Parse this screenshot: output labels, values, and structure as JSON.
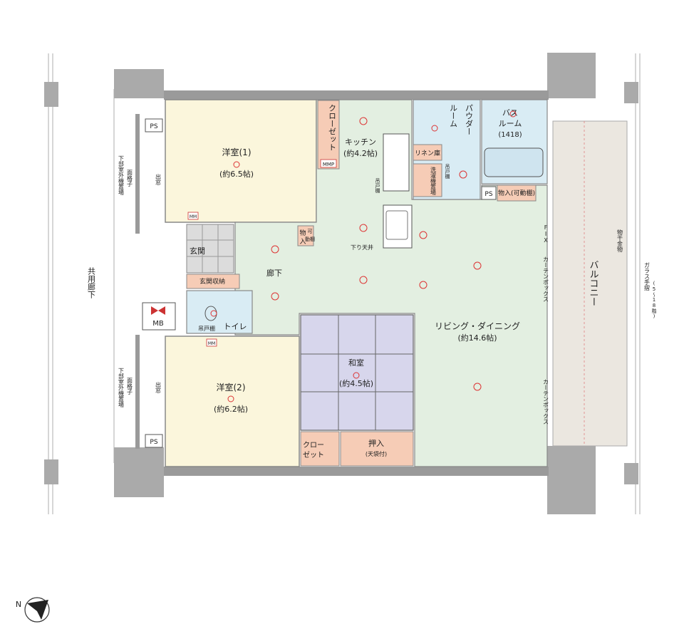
{
  "rooms": {
    "western1": {
      "name": "洋室(1)",
      "size": "(約6.5帖)"
    },
    "western2": {
      "name": "洋室(2)",
      "size": "(約6.2帖)"
    },
    "kitchen": {
      "name": "キッチン",
      "size": "(約4.2帖)"
    },
    "living": {
      "name": "リビング・ダイニング",
      "size": "(約14.6帖)"
    },
    "washitsu": {
      "name": "和室",
      "size": "(約4.5帖)"
    },
    "bath": {
      "name": "バス",
      "name2": "ルーム",
      "size": "(1418)"
    },
    "powder": {
      "name": "パウダー",
      "name2": "ルーム"
    },
    "toilet": "トイレ",
    "genkan": "玄関",
    "corridor": "廊下",
    "balcony": "バルコニー"
  },
  "storage": {
    "closet_top": "クローゼット",
    "closet_bottom_a": "クロー",
    "closet_bottom_b": "ゼット",
    "oshiire": "押入",
    "oshiire_note": "(天袋付)",
    "linen": "リネン庫",
    "laundry": "洗濯機置場",
    "monoire": "物入(可動棚)",
    "monoire_small_a": "物",
    "monoire_small_b": "入",
    "monoire_small_note_a": "可",
    "monoire_small_note_b": "動棚",
    "genkan_storage": "玄関収納",
    "hanging_shelf": "吊戸棚",
    "hanging_shelf2": "吊戸棚",
    "hanging_shelf3": "吊戸棚",
    "mmp": "MMP"
  },
  "labels": {
    "ps": "PS",
    "mb": "MB",
    "mm": "MM",
    "kyoyo_roka": "共用廊下",
    "outdoor_unit": "下部室外機置場",
    "menkoshi": "面格子",
    "demado": "出窓",
    "sagari_tenjo": "下り天井",
    "curtain_box": "カーテンボックス",
    "fix": "FIX",
    "monohoshi": "物干金物",
    "glass_tesuri": "ガラス手摺",
    "floors_note": "(5〜18階)",
    "north": "N"
  }
}
